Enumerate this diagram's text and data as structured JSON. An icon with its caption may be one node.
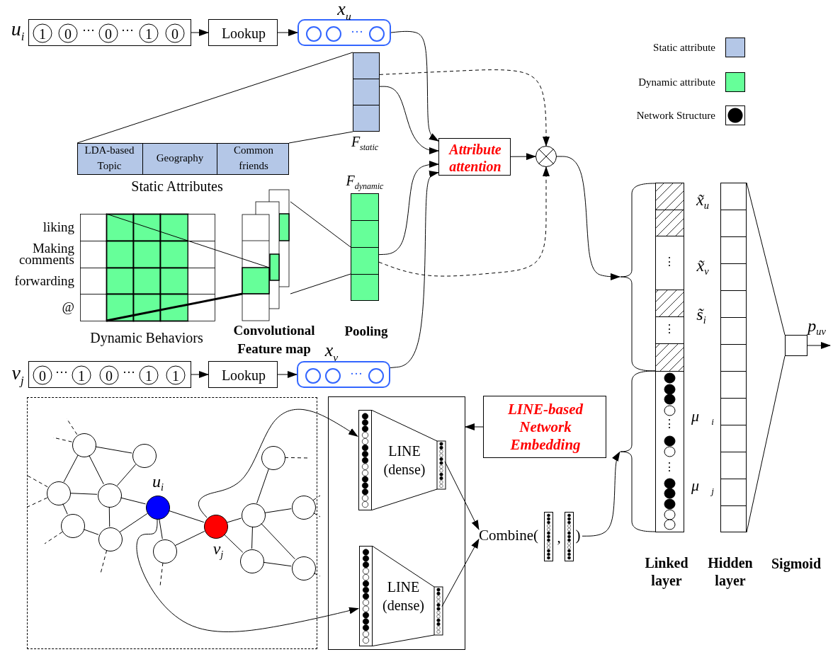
{
  "diagram": {
    "nodes": [
      {
        "text": [
          "1",
          "0",
          "···",
          "0",
          "···",
          "1",
          "0"
        ],
        "beside": [
          "u$_{i}$"
        ]
      },
      {
        "text": [
          "Lookup"
        ]
      },
      {
        "text": [
          "···"
        ],
        "beside": [
          "x$_{u}$"
        ]
      },
      {
        "text": [],
        "shape": "bar",
        "beside": [
          "F$_{static}$"
        ]
      },
      {
        "text": [
          "LDA-based Topic",
          "Geography",
          "Common friends"
        ],
        "beside": [
          "Static Attributes"
        ]
      },
      {
        "text": [
          "Attribute attention"
        ]
      },
      {
        "text": [],
        "shape": "circle"
      },
      {
        "text": [
          "liking",
          "Making comments",
          "forwarding",
          "@"
        ],
        "beside": [
          "Dynamic Behaviors"
        ]
      },
      {
        "text": [],
        "shape": "box",
        "beside": [
          "Convolutional Feature map"
        ]
      },
      {
        "text": [],
        "shape": "bar",
        "beside": [
          "F$_{dynamic}$",
          "Pooling"
        ]
      },
      {
        "text": [
          "0",
          "···",
          "1",
          "0",
          "···",
          "1",
          "1"
        ],
        "beside": [
          "v$_{j}$"
        ]
      },
      {
        "text": [
          "Lookup"
        ]
      },
      {
        "text": [
          "···"
        ],
        "beside": [
          "x$_{v}$"
        ]
      },
      {
        "text": [],
        "shape": "box"
      },
      {
        "text": [],
        "shape": "circle",
        "in": 13
      },
      {
        "text": [],
        "shape": "circle",
        "in": 13
      },
      {
        "text": [],
        "shape": "circle",
        "in": 13
      },
      {
        "text": [],
        "shape": "circle",
        "in": 13
      },
      {
        "text": [],
        "shape": "circle",
        "in": 13
      },
      {
        "text": [],
        "shape": "circle",
        "in": 13
      },
      {
        "text": [],
        "shape": "circle",
        "in": 13,
        "beside": [
          "u$_{i}$"
        ]
      },
      {
        "text": [],
        "shape": "circle",
        "in": 13
      },
      {
        "text": [],
        "shape": "circle",
        "in": 13,
        "beside": [
          "v$_{j}$"
        ]
      },
      {
        "text": [],
        "shape": "circle",
        "in": 13
      },
      {
        "text": [],
        "shape": "circle",
        "in": 13
      },
      {
        "text": [],
        "shape": "circle",
        "in": 13
      },
      {
        "text": [],
        "shape": "circle",
        "in": 13
      },
      {
        "text": [],
        "shape": "circle",
        "in": 13
      },
      {
        "text": [],
        "shape": "box"
      },
      {
        "text": [
          "LINE (dense)"
        ],
        "in": 28
      },
      {
        "text": [
          "LINE (dense)"
        ],
        "in": 28
      },
      {
        "text": [
          "LINE-based Network Embedding"
        ]
      },
      {
        "text": [
          "Combine(",
          ",",
          ")"
        ]
      },
      {
        "text": [
          "⋮",
          "⋮",
          "⋮",
          "⋮"
        ],
        "beside": [
          "x̃$_{u}$",
          "x̃$_{v}$",
          "s̃$_{i}$",
          "μ⃗$_{i}$",
          "μ⃗$_{j}$",
          "Linked layer"
        ]
      },
      {
        "text": [],
        "shape": "bar",
        "beside": [
          "Hidden layer"
        ]
      },
      {
        "text": [],
        "shape": "box"
      }
    ],
    "edges": [
      {
        "from": 0,
        "to": 1,
        "arrow": "to"
      },
      {
        "from": 1,
        "to": 2,
        "arrow": "to"
      },
      {
        "from": 10,
        "to": 11,
        "arrow": "to"
      },
      {
        "from": 11,
        "to": 12,
        "arrow": "to"
      },
      {
        "from": 4,
        "to": 3,
        "arrow": "none"
      },
      {
        "from": 4,
        "to": 3,
        "arrow": "none"
      },
      {
        "from": 7,
        "to": 8,
        "arrow": "none"
      },
      {
        "from": 7,
        "to": 8,
        "arrow": "none",
        "style": "thick"
      },
      {
        "from": 8,
        "to": 9,
        "arrow": "none"
      },
      {
        "from": 8,
        "to": 9,
        "arrow": "none"
      },
      {
        "from": 2,
        "to": 5,
        "arrow": "to"
      },
      {
        "from": 3,
        "to": 5,
        "arrow": "to"
      },
      {
        "from": 9,
        "to": 5,
        "arrow": "to"
      },
      {
        "from": 12,
        "to": 5,
        "arrow": "to"
      },
      {
        "from": 3,
        "to": 6,
        "arrow": "to",
        "style": "dashed"
      },
      {
        "from": 9,
        "to": 6,
        "arrow": "to",
        "style": "dashed"
      },
      {
        "from": 5,
        "to": 6,
        "arrow": "to"
      },
      {
        "from": 6,
        "to": 33,
        "arrow": "to"
      },
      {
        "from": 16,
        "to": 19,
        "arrow": "none"
      },
      {
        "from": 16,
        "to": 14,
        "arrow": "none"
      },
      {
        "from": 16,
        "to": 17,
        "arrow": "none"
      },
      {
        "from": 19,
        "to": 17,
        "arrow": "none"
      },
      {
        "from": 14,
        "to": 17,
        "arrow": "none"
      },
      {
        "from": 14,
        "to": 15,
        "arrow": "none"
      },
      {
        "from": 17,
        "to": 18,
        "arrow": "none"
      },
      {
        "from": 15,
        "to": 18,
        "arrow": "none"
      },
      {
        "from": 17,
        "to": 20,
        "arrow": "none"
      },
      {
        "from": 18,
        "to": 20,
        "arrow": "none"
      },
      {
        "from": 20,
        "to": 21,
        "arrow": "none"
      },
      {
        "from": 20,
        "to": 22,
        "arrow": "none"
      },
      {
        "from": 21,
        "to": 22,
        "arrow": "none"
      },
      {
        "from": 22,
        "to": 24,
        "arrow": "none"
      },
      {
        "from": 22,
        "to": 23,
        "arrow": "none"
      },
      {
        "from": 24,
        "to": 25,
        "arrow": "none"
      },
      {
        "from": 24,
        "to": 26,
        "arrow": "none"
      },
      {
        "from": 24,
        "to": 23,
        "arrow": "none"
      },
      {
        "from": 24,
        "to": 27,
        "arrow": "none"
      },
      {
        "from": 23,
        "to": 27,
        "arrow": "none"
      },
      {
        "from": 16,
        "to": null,
        "arrow": "none",
        "style": "dashed"
      },
      {
        "from": 16,
        "to": null,
        "arrow": "none",
        "style": "dashed"
      },
      {
        "from": 14,
        "to": null,
        "arrow": "none",
        "style": "dashed"
      },
      {
        "from": 14,
        "to": null,
        "arrow": "none",
        "style": "dashed"
      },
      {
        "from": 15,
        "to": null,
        "arrow": "none",
        "style": "dashed"
      },
      {
        "from": 18,
        "to": null,
        "arrow": "none",
        "style": "dashed"
      },
      {
        "from": 21,
        "to": null,
        "arrow": "none",
        "style": "dashed"
      },
      {
        "from": 25,
        "to": null,
        "arrow": "none",
        "style": "dashed"
      },
      {
        "from": 26,
        "to": null,
        "arrow": "none",
        "style": "dashed"
      },
      {
        "from": 26,
        "to": null,
        "arrow": "none",
        "style": "dashed"
      },
      {
        "from": 27,
        "to": null,
        "arrow": "none",
        "style": "dashed"
      },
      {
        "from": 22,
        "to": 29,
        "arrow": "to"
      },
      {
        "from": 20,
        "to": 30,
        "arrow": "to"
      },
      {
        "from": 31,
        "to": 28,
        "arrow": "to"
      },
      {
        "from": 29,
        "to": 32,
        "arrow": "to"
      },
      {
        "from": 30,
        "to": 32,
        "arrow": "to"
      },
      {
        "from": 32,
        "to": 33,
        "arrow": "to"
      },
      {
        "from": 34,
        "to": 35,
        "arrow": "none"
      },
      {
        "from": 34,
        "to": 35,
        "arrow": "none"
      },
      {
        "from": 35,
        "to": null,
        "arrow": "to",
        "label": "p$_{uv}$"
      }
    ],
    "labels": [
      "Sigmoid"
    ],
    "legend": [
      {
        "text": "Static attribute",
        "color": "#b4c7e7"
      },
      {
        "text": "Dynamic attribute",
        "color": "#66ff99"
      },
      {
        "text": "Network Structure"
      }
    ]
  }
}
